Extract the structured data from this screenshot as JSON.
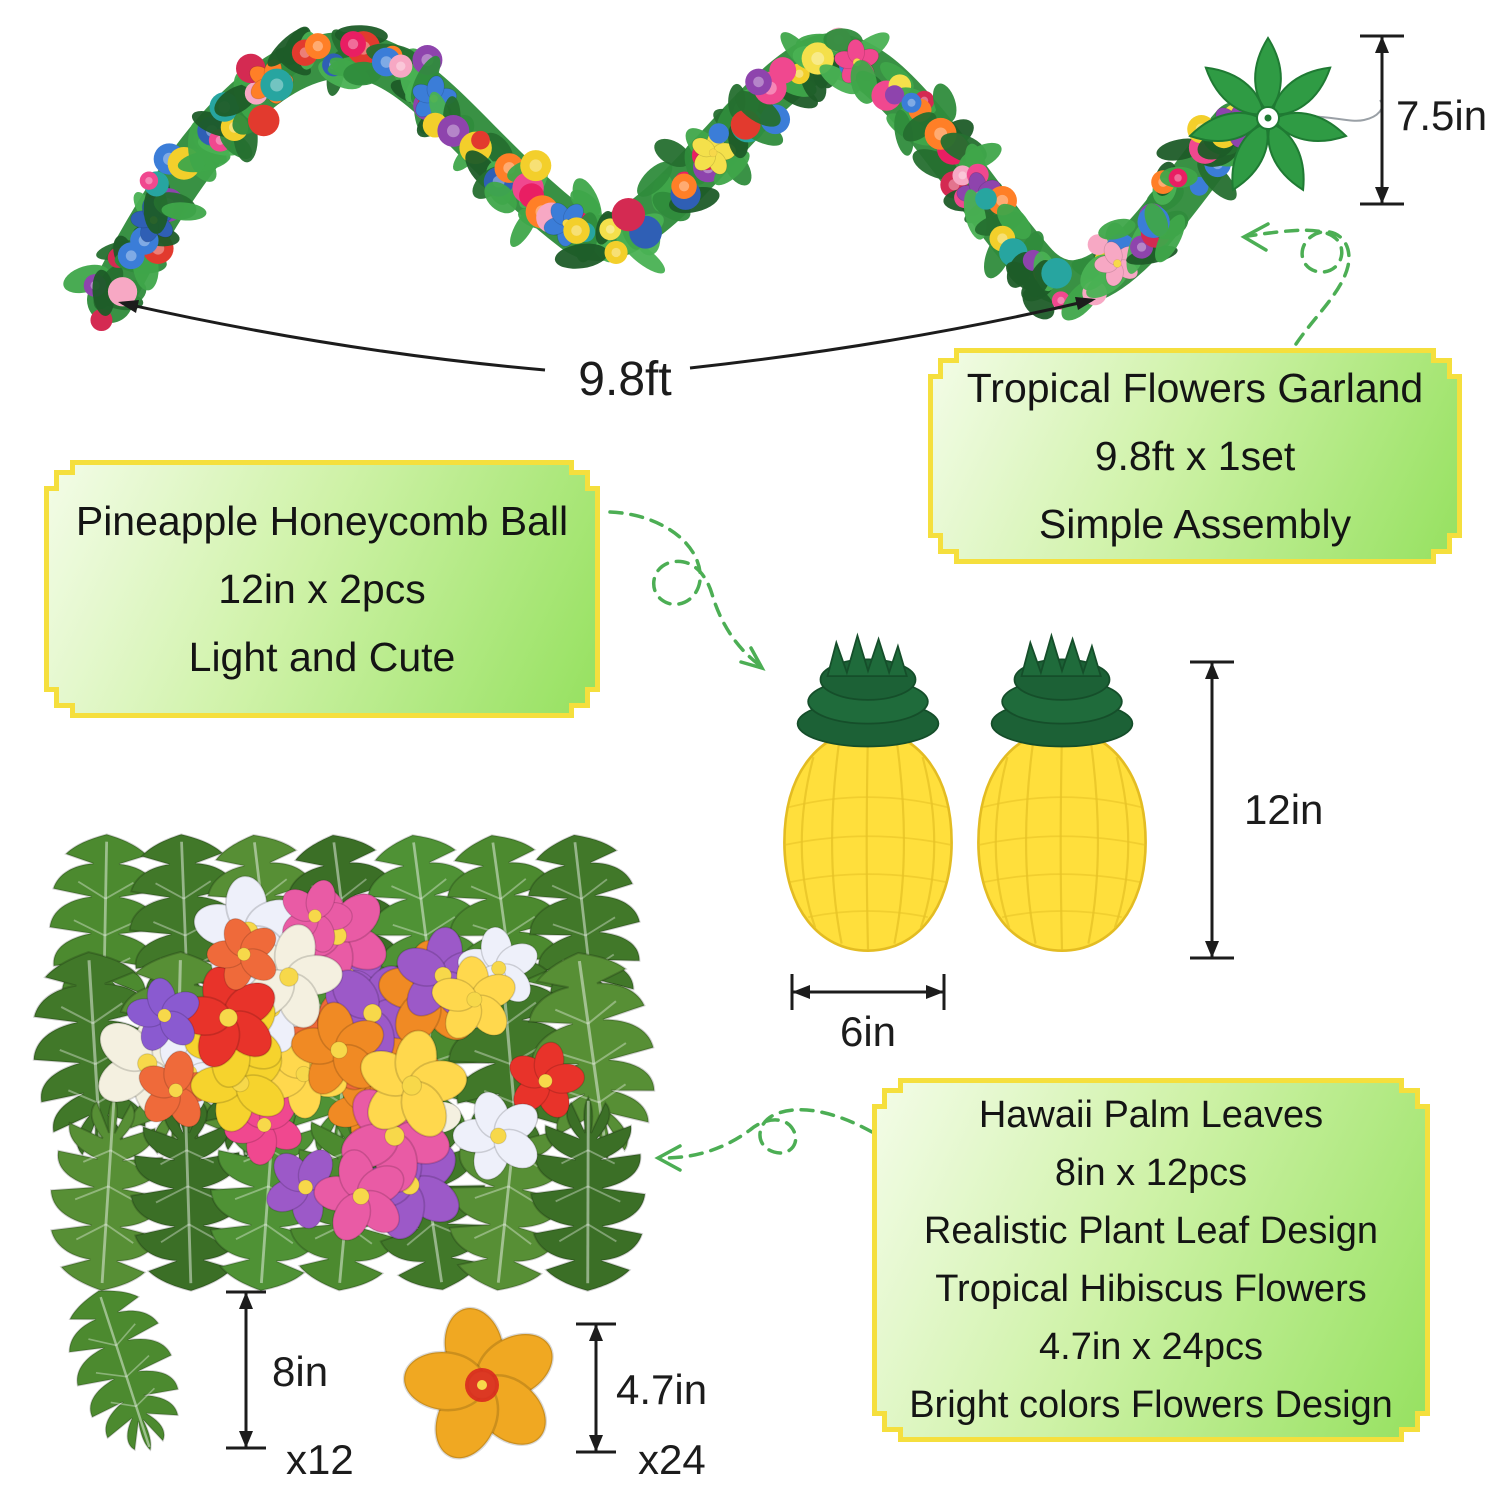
{
  "labels": {
    "garland": {
      "lines": [
        "Tropical Flowers Garland",
        "9.8ft x 1set",
        "Simple Assembly"
      ]
    },
    "pineapple": {
      "lines": [
        "Pineapple Honeycomb Ball",
        "12in x 2pcs",
        "Light and Cute"
      ]
    },
    "leaves_flowers": {
      "lines": [
        "Hawaii Palm Leaves",
        "8in x 12pcs",
        "Realistic Plant Leaf Design",
        "Tropical Hibiscus Flowers",
        "4.7in x 24pcs",
        "Bright colors Flowers Design"
      ]
    }
  },
  "annotations": {
    "flower_height": "7.5in",
    "garland_length": "9.8ft",
    "pineapple_height": "12in",
    "pineapple_width": "6in",
    "leaf_height": "8in",
    "leaf_count": "x12",
    "hibiscus_height": "4.7in",
    "hibiscus_count": "x24"
  },
  "illustrations": {
    "garland": "tropical-flowers-garland",
    "end_flower": "green-palm-flower",
    "pineapple": "pineapple-honeycomb-ball",
    "palm_leaf": "monstera-palm-leaf",
    "hibiscus": "hibiscus-flower"
  },
  "colors": {
    "accent-border": "#F5DF3D",
    "plaque-grad-1": "#F3FCE7",
    "plaque-grad-2": "#CFF2A8",
    "plaque-grad-3": "#96E160",
    "arrow-green": "#4CAE54",
    "dim-color": "#1C1C1C",
    "pineapple-yellow": "#FFDF3C",
    "pineapple-green": "#1C6136",
    "leaf-green": "#4C8A2F",
    "garland-green": "#2E8B3A"
  }
}
